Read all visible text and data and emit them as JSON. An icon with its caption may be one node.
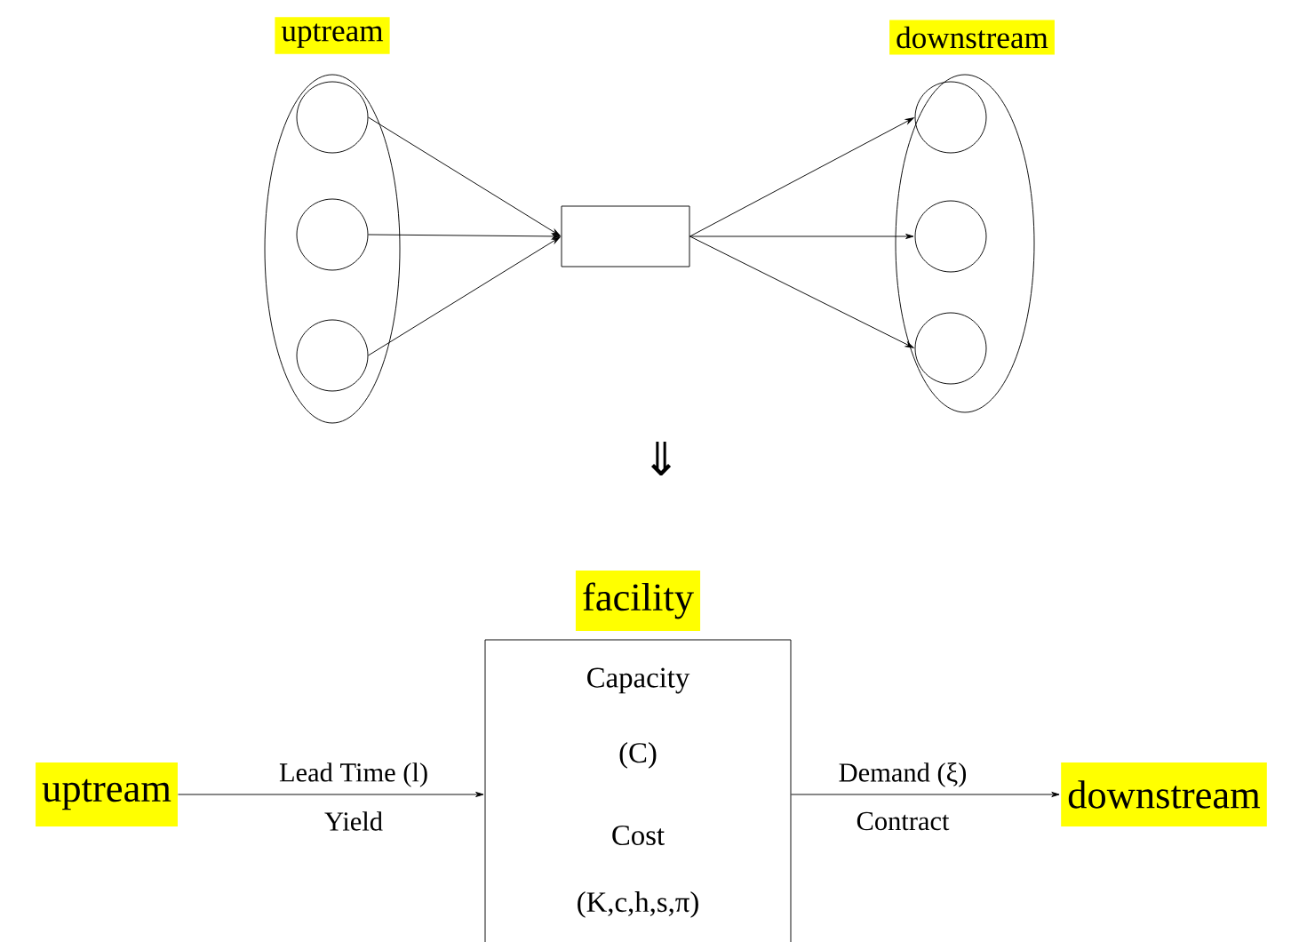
{
  "diagram": {
    "nodes": [
      {
        "text": [
          "uptream"
        ]
      },
      {
        "text": [],
        "shape": "circle",
        "in": 0
      },
      {
        "text": [],
        "shape": "circle",
        "in": 0
      },
      {
        "text": [],
        "shape": "circle",
        "in": 0
      },
      {
        "text": [],
        "shape": "box"
      },
      {
        "text": [
          "downstream"
        ]
      },
      {
        "text": [],
        "shape": "circle",
        "in": 5
      },
      {
        "text": [],
        "shape": "circle",
        "in": 5
      },
      {
        "text": [],
        "shape": "circle",
        "in": 5
      },
      {
        "text": [
          "uptream"
        ]
      },
      {
        "text": [
          "facility",
          "Capacity",
          "(C)",
          "Cost",
          "(K,c,h,s,π)"
        ]
      },
      {
        "text": [
          "downstream"
        ]
      }
    ],
    "edges": [
      {
        "from": 1,
        "to": 4,
        "arrow": "to"
      },
      {
        "from": 2,
        "to": 4,
        "arrow": "to"
      },
      {
        "from": 3,
        "to": 4,
        "arrow": "to"
      },
      {
        "from": 4,
        "to": 6,
        "arrow": "to"
      },
      {
        "from": 4,
        "to": 7,
        "arrow": "to"
      },
      {
        "from": 4,
        "to": 8,
        "arrow": "to"
      },
      {
        "from": 9,
        "to": 10,
        "arrow": "to",
        "label": "Lead Time (l)"
      },
      {
        "from": 10,
        "to": 11,
        "arrow": "to",
        "label": "Demand (ξ)"
      }
    ],
    "labels": [
      "⇓",
      "Yield",
      "Contract"
    ]
  }
}
